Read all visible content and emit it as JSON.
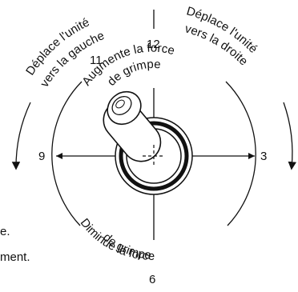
{
  "diagram": {
    "left_label": {
      "line1": "Déplace l'unité",
      "line2": "vers la gauche"
    },
    "right_label": {
      "line1": "Déplace l'unité",
      "line2": "vers la droite"
    },
    "up_label": {
      "line1": "Augmente la force",
      "line2": "de grimpe"
    },
    "down_label": {
      "line1": "Diminue la force",
      "line2": "de grimpe"
    },
    "dial": {
      "n12": "12",
      "n11": "11",
      "n9": "9",
      "n3": "3",
      "n6": "6"
    },
    "clipped_text": {
      "line1": "e.",
      "line2": "ment."
    }
  }
}
